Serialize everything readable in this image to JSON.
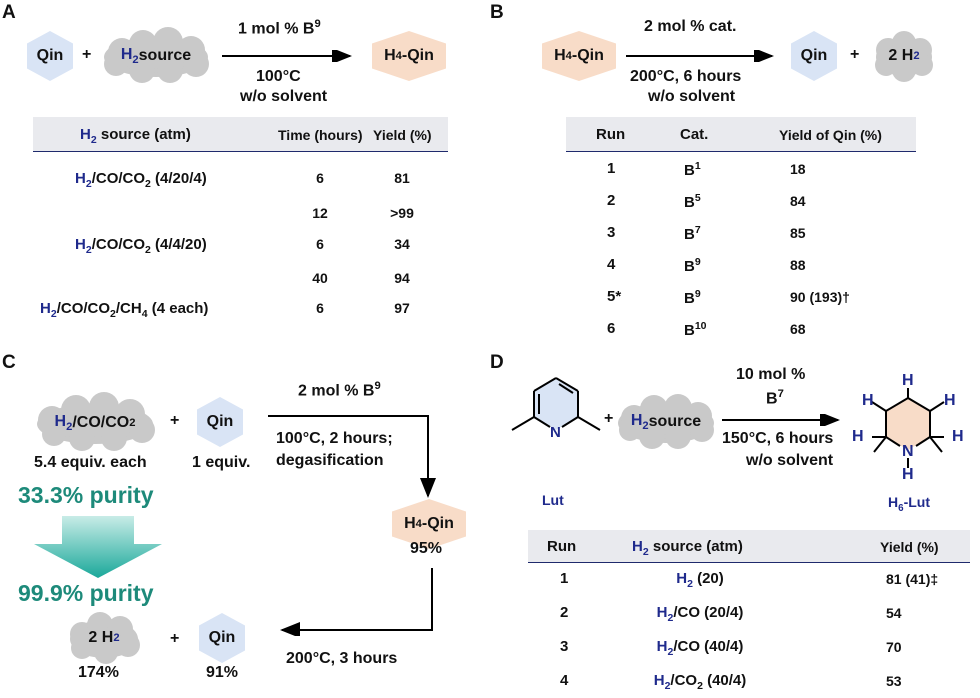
{
  "panels": {
    "A": {
      "letter": "A",
      "reactant1": "Qin",
      "plus": "+",
      "reactant2": {
        "pre": "H",
        "sub": "2",
        "post": " source"
      },
      "conditions_above": {
        "pre": "1 mol % B",
        "sup": "9"
      },
      "conditions_below1": "100°C",
      "conditions_below2": "w/o solvent",
      "product": {
        "pre": "H",
        "sub": "4",
        "post": "-Qin"
      },
      "table": {
        "headers": {
          "col1_pre": "H",
          "col1_sub": "2",
          "col1_post": " source (atm)",
          "col2": "Time (hours)",
          "col3": "Yield (%)"
        },
        "rows": [
          {
            "source": {
              "a": "H",
              "b": "2",
              "c": "/CO/CO",
              "d": "2",
              "e": " (4/20/4)"
            },
            "time": "6",
            "yield": "81"
          },
          {
            "source": null,
            "time": "12",
            "yield": ">99"
          },
          {
            "source": {
              "a": "H",
              "b": "2",
              "c": "/CO/CO",
              "d": "2",
              "e": " (4/4/20)"
            },
            "time": "6",
            "yield": "34"
          },
          {
            "source": null,
            "time": "40",
            "yield": "94"
          },
          {
            "source": {
              "a": "H",
              "b": "2",
              "c": "/CO/CO",
              "d": "2",
              "e": "/CH",
              "f": "4",
              "g": " (4 each)"
            },
            "time": "6",
            "yield": "97"
          }
        ]
      }
    },
    "B": {
      "letter": "B",
      "reactant": {
        "pre": "H",
        "sub": "4",
        "post": "-Qin"
      },
      "conditions_above": "2 mol % cat.",
      "conditions_below1": "200°C, 6 hours",
      "conditions_below2": "w/o solvent",
      "product1": "Qin",
      "plus": "+",
      "product2": {
        "pre": "2 H",
        "sub": "2"
      },
      "table": {
        "headers": {
          "col1": "Run",
          "col2": "Cat.",
          "col3": "Yield of Qin (%)"
        },
        "rows": [
          {
            "run": "1",
            "cat": "B",
            "cat_sup": "1",
            "yield": "18"
          },
          {
            "run": "2",
            "cat": "B",
            "cat_sup": "5",
            "yield": "84"
          },
          {
            "run": "3",
            "cat": "B",
            "cat_sup": "7",
            "yield": "85"
          },
          {
            "run": "4",
            "cat": "B",
            "cat_sup": "9",
            "yield": "88"
          },
          {
            "run": "5*",
            "cat": "B",
            "cat_sup": "9",
            "yield": "90 (193)†"
          },
          {
            "run": "6",
            "cat": "B",
            "cat_sup": "10",
            "yield": "68"
          }
        ]
      }
    },
    "C": {
      "letter": "C",
      "gas": {
        "a": "H",
        "b": "2",
        "c": "/CO/CO",
        "d": "2"
      },
      "gas_equiv": "5.4 equiv. each",
      "plus": "+",
      "qin": "Qin",
      "qin_equiv": "1 equiv.",
      "step1_above": {
        "pre": "2 mol % B",
        "sup": "9"
      },
      "step1_below1": "100°C, 2 hours;",
      "step1_below2": "degasification",
      "purity_before": "33.3% purity",
      "purity_after": "99.9% purity",
      "intermediate": {
        "pre": "H",
        "sub": "4",
        "post": "-Qin"
      },
      "intermediate_yield": "95%",
      "step2": "200°C, 3 hours",
      "h2_product": {
        "pre": "2 H",
        "sub": "2"
      },
      "h2_yield": "174%",
      "qin_product": "Qin",
      "qin_yield": "91%"
    },
    "D": {
      "letter": "D",
      "plus": "+",
      "source": {
        "pre": "H",
        "sub": "2",
        "post": " source"
      },
      "conditions_above1": "10 mol %",
      "conditions_above2": {
        "pre": "B",
        "sup": "7"
      },
      "conditions_below1": "150°C, 6 hours",
      "conditions_below2": "w/o solvent",
      "lut_label": "Lut",
      "product_label": {
        "pre": "H",
        "sub": "6",
        "post": "-Lut"
      },
      "atoms": {
        "n": "N",
        "h": "H"
      },
      "table": {
        "headers": {
          "col1": "Run",
          "col2_pre": "H",
          "col2_sub": "2",
          "col2_post": " source (atm)",
          "col3": "Yield (%)"
        },
        "rows": [
          {
            "run": "1",
            "s_a": "H",
            "s_b": "2",
            "s_c": " (20)",
            "yield": "81 (41)‡"
          },
          {
            "run": "2",
            "s_a": "H",
            "s_b": "2",
            "s_c": "/CO (20/4)",
            "yield": "54"
          },
          {
            "run": "3",
            "s_a": "H",
            "s_b": "2",
            "s_c": "/CO (40/4)",
            "yield": "70"
          },
          {
            "run": "4",
            "s_a": "H",
            "s_b": "2",
            "s_c": "/CO",
            "s_d": "2",
            "s_e": " (40/4)",
            "yield": "53"
          }
        ]
      }
    }
  },
  "colors": {
    "hex_blue": "#d9e4f5",
    "hex_peach": "#f8dcc8",
    "cloud": "#c9c9c9",
    "navy": "#1f2a8c",
    "teal": "#1d8a7a",
    "table_head": "#e9eaee"
  }
}
